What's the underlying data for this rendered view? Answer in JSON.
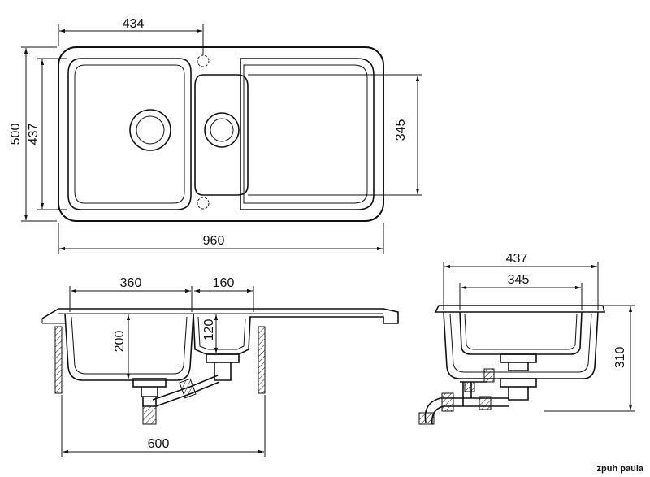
{
  "top_view": {
    "dims": {
      "left_bowl_to_drain": "434",
      "overall_depth": "500",
      "bowl_depth": "437",
      "drainer_depth": "345",
      "overall_width": "960"
    }
  },
  "front_view": {
    "dims": {
      "main_bowl_width": "360",
      "small_bowl_width": "160",
      "main_bowl_depth": "200",
      "small_bowl_depth": "120",
      "cabinet_width": "600"
    }
  },
  "side_view": {
    "dims": {
      "outer_depth": "437",
      "inner_depth": "345",
      "total_height": "310"
    }
  },
  "brand": "zpuh paula"
}
